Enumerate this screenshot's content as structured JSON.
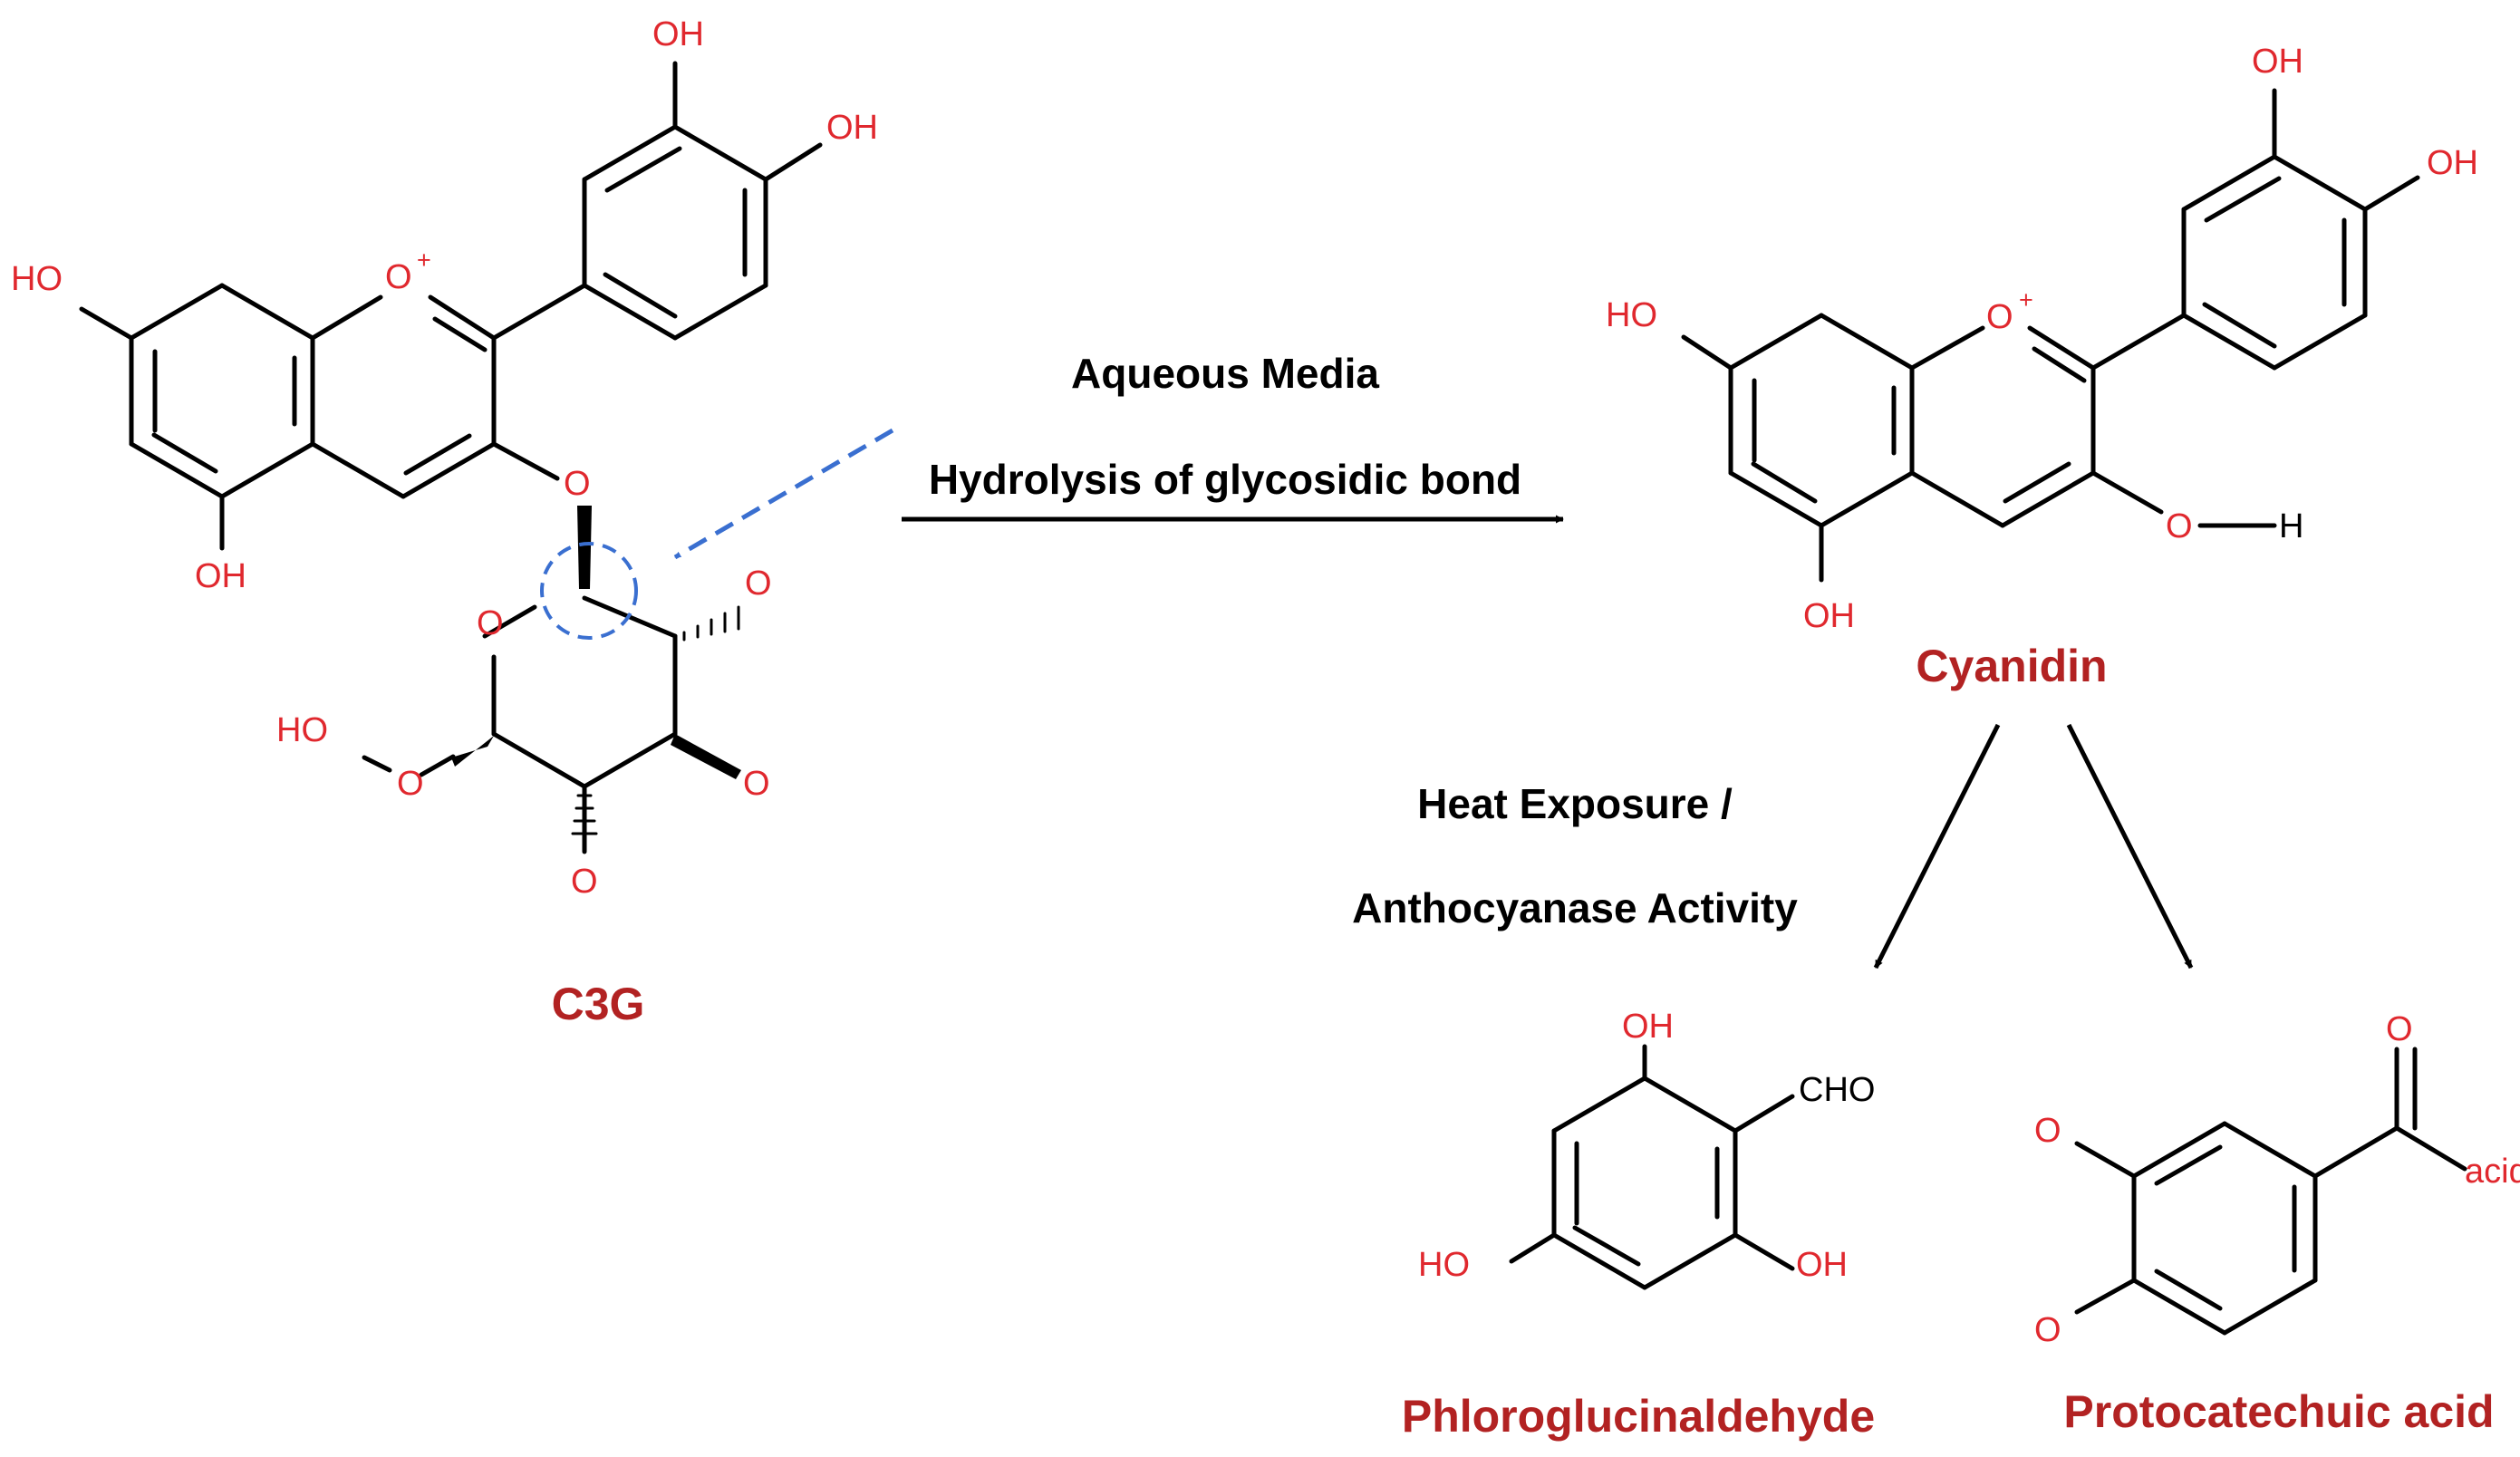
{
  "compounds": {
    "c3g": {
      "name": "C3G"
    },
    "cyanidin": {
      "name": "Cyanidin"
    },
    "phloroglucinaldehyde": {
      "name": "Phloroglucinaldehyde"
    },
    "protocatechuic": {
      "name": "Protocatechuic acid"
    }
  },
  "reactions": {
    "hydrolysis": {
      "line1": "Aqueous Media",
      "line2": "Hydrolysis of glycosidic bond"
    },
    "degradation": {
      "line1": "Heat Exposure /",
      "line2": "Anthocyanase Activity"
    }
  },
  "atoms": {
    "oh": "OH",
    "ho": "HO",
    "o": "O",
    "o_plus": "O",
    "plus": "+",
    "h": "H",
    "cho": "CHO",
    "acid_suffix": "acid"
  },
  "colors": {
    "heteroatom": "#e0282e",
    "compound_label": "#b22222",
    "bond": "#000000",
    "highlight": "#3a6fd0"
  }
}
